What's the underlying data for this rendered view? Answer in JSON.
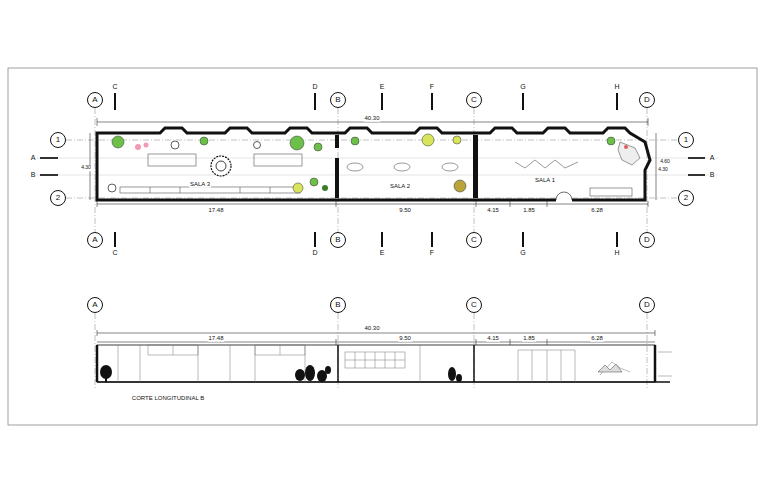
{
  "diagram": {
    "nodes": [
      {
        "text": [
          "A"
        ]
      },
      {
        "text": [
          "B"
        ]
      },
      {
        "text": [
          "C"
        ]
      },
      {
        "text": [
          "D"
        ]
      },
      {
        "text": [
          "1"
        ]
      },
      {
        "text": [
          "1"
        ]
      },
      {
        "text": [
          "2"
        ]
      },
      {
        "text": [
          "2"
        ]
      },
      {
        "text": [
          "A"
        ]
      },
      {
        "text": [
          "B"
        ]
      },
      {
        "text": [
          "C"
        ]
      },
      {
        "text": [
          "D"
        ]
      },
      {
        "text": [
          "A"
        ]
      },
      {
        "text": [
          "B"
        ]
      },
      {
        "text": [
          "C"
        ]
      },
      {
        "text": [
          "D"
        ]
      }
    ],
    "labels": [
      "C",
      "D",
      "E",
      "F",
      "G",
      "H",
      "40.30",
      "A",
      "A",
      "4.30",
      "4.60",
      "4.30",
      "B",
      "B",
      "SALA 3",
      "SALA 2",
      "SALA 1",
      "17.48",
      "9.50",
      "4.15",
      "1.85",
      "6.28",
      "C",
      "D",
      "E",
      "F",
      "G",
      "H",
      "40.30",
      "17.48",
      "9.50",
      "4.15",
      "1.85",
      "6.28",
      "CORTE LONGITUDINAL B"
    ]
  }
}
